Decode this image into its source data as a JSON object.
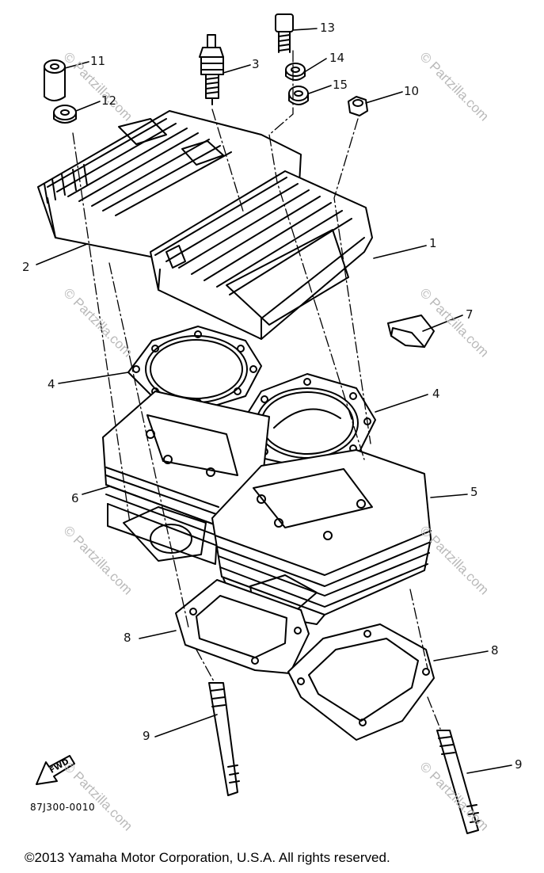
{
  "diagram": {
    "callouts": [
      {
        "id": "c1",
        "text": "1"
      },
      {
        "id": "c2",
        "text": "2"
      },
      {
        "id": "c3",
        "text": "3"
      },
      {
        "id": "c4a",
        "text": "4"
      },
      {
        "id": "c4b",
        "text": "4"
      },
      {
        "id": "c5",
        "text": "5"
      },
      {
        "id": "c6",
        "text": "6"
      },
      {
        "id": "c7",
        "text": "7"
      },
      {
        "id": "c8a",
        "text": "8"
      },
      {
        "id": "c8b",
        "text": "8"
      },
      {
        "id": "c9a",
        "text": "9"
      },
      {
        "id": "c9b",
        "text": "9"
      },
      {
        "id": "c10",
        "text": "10"
      },
      {
        "id": "c11",
        "text": "11"
      },
      {
        "id": "c12",
        "text": "12"
      },
      {
        "id": "c13",
        "text": "13"
      },
      {
        "id": "c14",
        "text": "14"
      },
      {
        "id": "c15",
        "text": "15"
      }
    ],
    "fwd_arrow_text": "FWD",
    "diagram_code": "87J300-0010",
    "watermark_text": "© Partzilla.com",
    "colors": {
      "line": "#000000",
      "watermark": "#b9b9b9",
      "background": "#ffffff"
    }
  },
  "footer": {
    "copyright": "©2013  Yamaha Motor Corporation, U.S.A. All rights reserved."
  }
}
